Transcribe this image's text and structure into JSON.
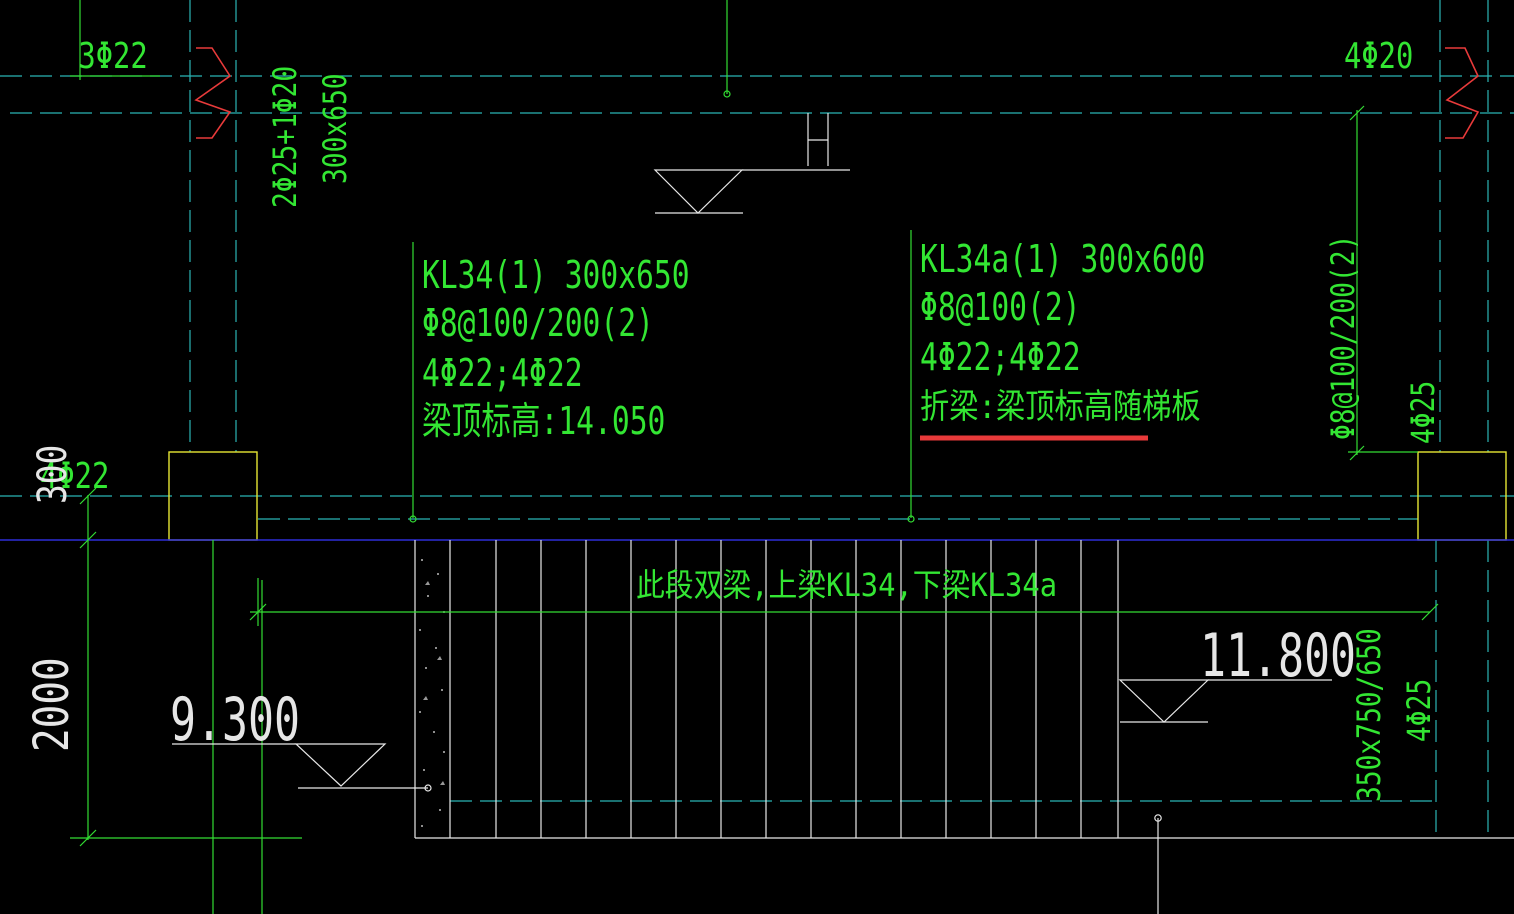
{
  "labels": {
    "rebar_top_left": "3Φ22",
    "rebar_top_right": "4Φ20",
    "col_left_rebar": "2Φ25+1Φ20",
    "col_left_size": "300x650",
    "kl34_name": "KL34(1) 300x650",
    "kl34_stirrup": "Φ8@100/200(2)",
    "kl34_rebar": "4Φ22;4Φ22",
    "kl34_elev": "梁顶标高:14.050",
    "kl34a_name": "KL34a(1) 300x600",
    "kl34a_stirrup": "Φ8@100(2)",
    "kl34a_rebar": "4Φ22;4Φ22",
    "kl34a_note": "折梁:梁顶标高随梯板",
    "right_stirrup": "Φ8@100/200(2)",
    "right_rebar": "4Φ25",
    "left_rebar_mid": "4Φ22",
    "dim_300": "300",
    "dim_2000": "2000",
    "double_beam_note": "此段双梁,上梁KL34,下梁KL34a",
    "elev_left": "9.300",
    "elev_right": "11.800",
    "right_beam_size": "350x750/650",
    "right_beam_rebar": "4Φ25"
  },
  "colors": {
    "background": "#000000",
    "text_green": "#33e633",
    "line_white": "#e8e8e8",
    "axis_cyan": "#2bb5b5",
    "column_yellow": "#e6e633",
    "highlight_red": "#e83a3a",
    "level_blue": "#2e2ed8"
  }
}
